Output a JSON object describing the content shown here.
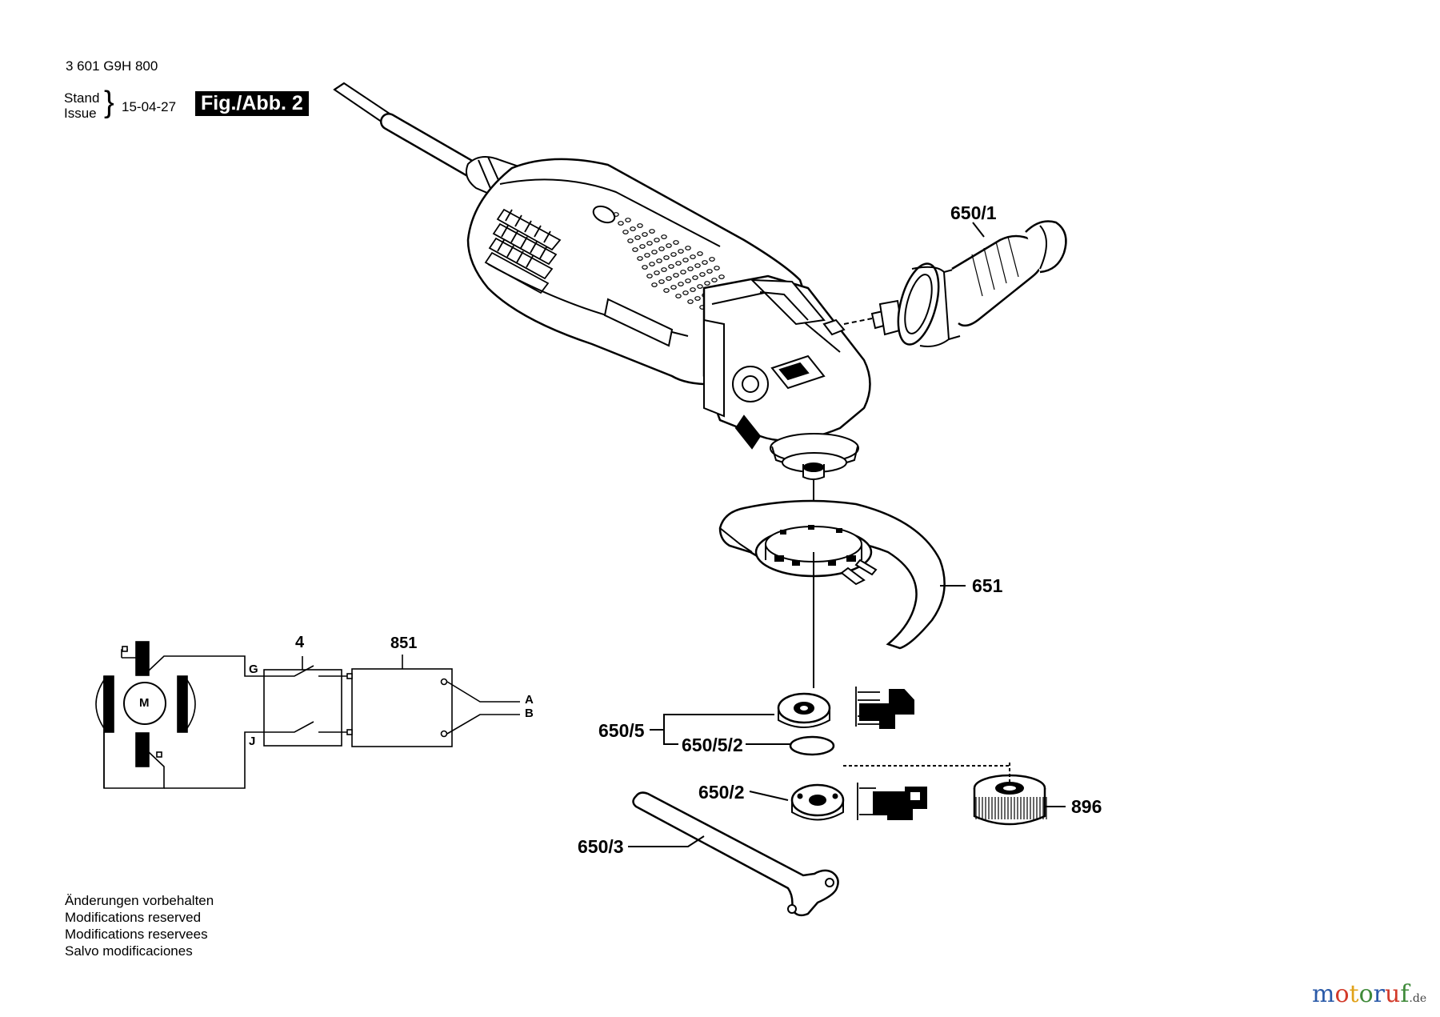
{
  "header": {
    "doc_number": "3 601 G9H 800",
    "stand_label": "Stand",
    "issue_label": "Issue",
    "brace": "}",
    "date": "15-04-27",
    "figure": "Fig./Abb. 2"
  },
  "parts": {
    "p650_1": "650/1",
    "p651": "651",
    "p650_5": "650/5",
    "p650_5_2": "650/5/2",
    "p650_2": "650/2",
    "p650_3": "650/3",
    "p896": "896"
  },
  "wiring": {
    "p4": "4",
    "p851": "851",
    "motor": "M",
    "G": "G",
    "J": "J",
    "A": "A",
    "B": "B"
  },
  "notes": [
    "Änderungen vorbehalten",
    "Modifications reserved",
    "Modifications reservees",
    "Salvo modificaciones"
  ],
  "brand": {
    "name": "motoruf",
    "tld": ".de",
    "letter_colors": [
      "#2a5aa8",
      "#d23a2a",
      "#e0a21a",
      "#3f8a3a",
      "#2a5aa8",
      "#d23a2a",
      "#3f8a3a"
    ]
  }
}
